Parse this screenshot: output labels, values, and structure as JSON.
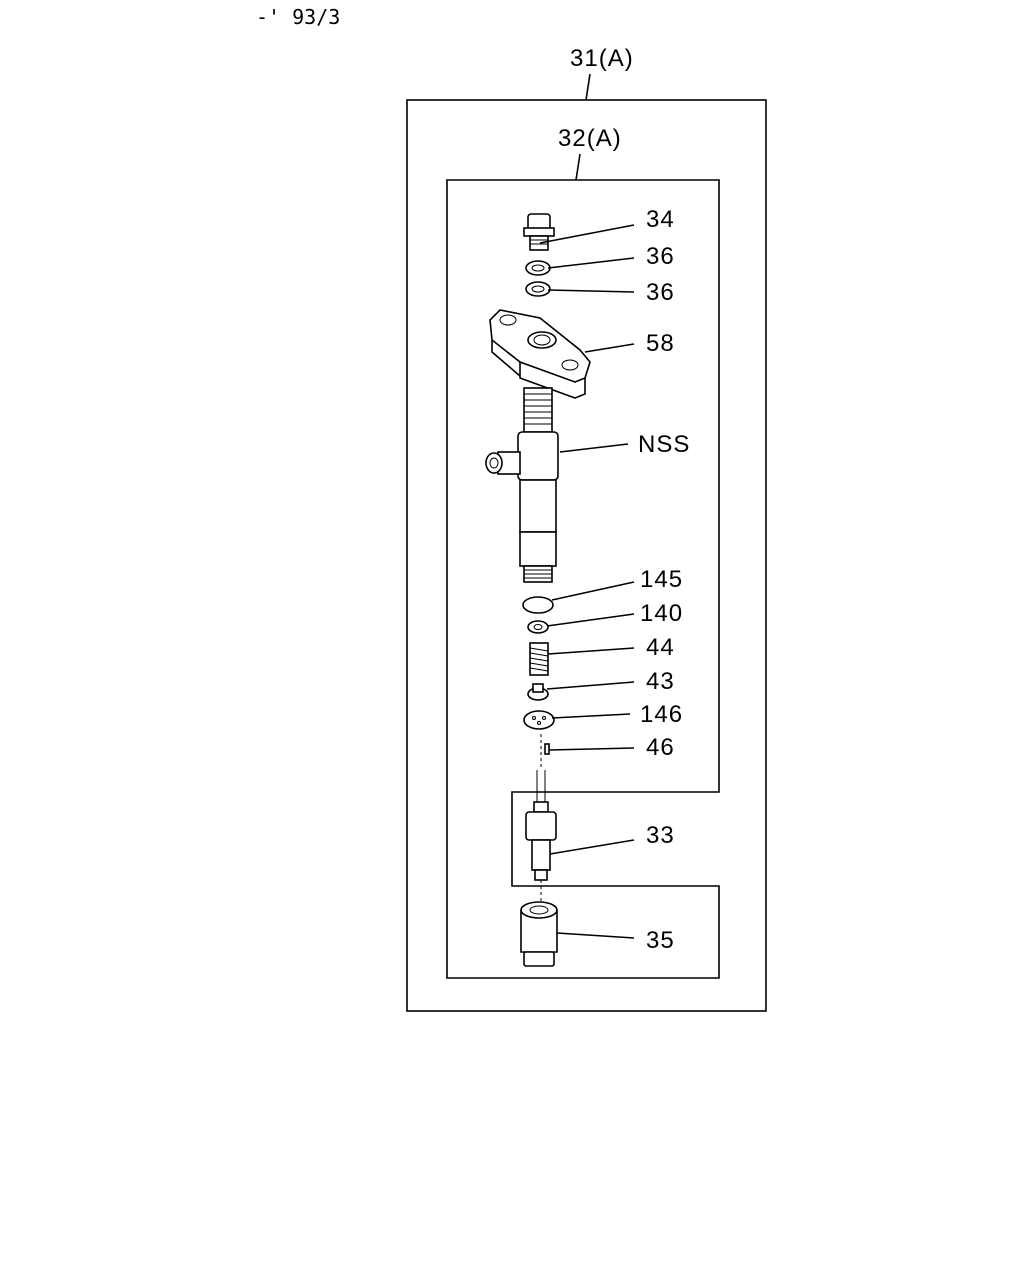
{
  "header": {
    "ref": "-' 93/3"
  },
  "assembly": {
    "outer_label": "31(A)",
    "inner_label": "32(A)"
  },
  "parts": {
    "p34": "34",
    "p36a": "36",
    "p36b": "36",
    "p58": "58",
    "pnss": "NSS",
    "p145": "145",
    "p140": "140",
    "p44": "44",
    "p43": "43",
    "p146": "146",
    "p46": "46",
    "p33": "33",
    "p35": "35"
  }
}
